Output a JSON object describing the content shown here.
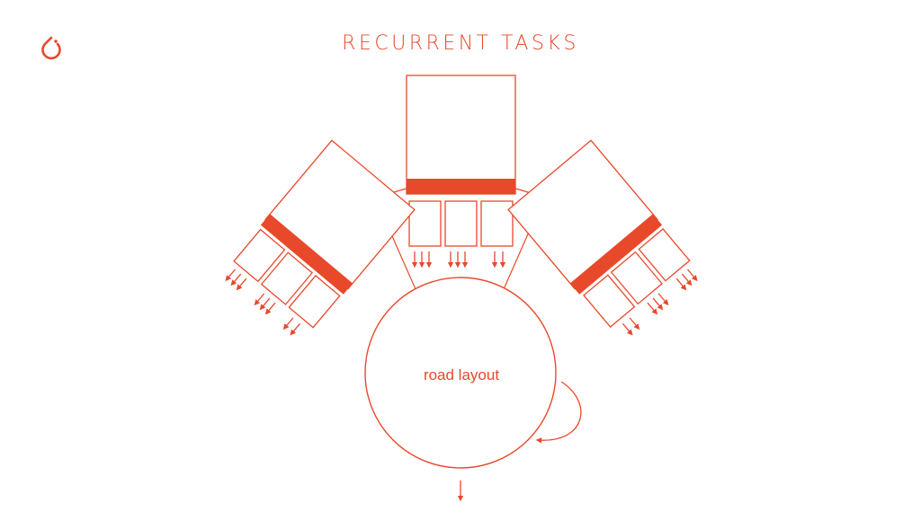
{
  "slide": {
    "title": "RECURRENT TASKS"
  },
  "logo": {
    "icon": "pytorch-flame-icon"
  },
  "diagram": {
    "accent_color": "#e8492b",
    "center_node_label": "road layout",
    "task_modules": [
      {
        "id": "left",
        "sub_boxes": 3
      },
      {
        "id": "center",
        "sub_boxes": 3
      },
      {
        "id": "right",
        "sub_boxes": 3
      }
    ],
    "self_loop": true,
    "output_arrow": true
  }
}
